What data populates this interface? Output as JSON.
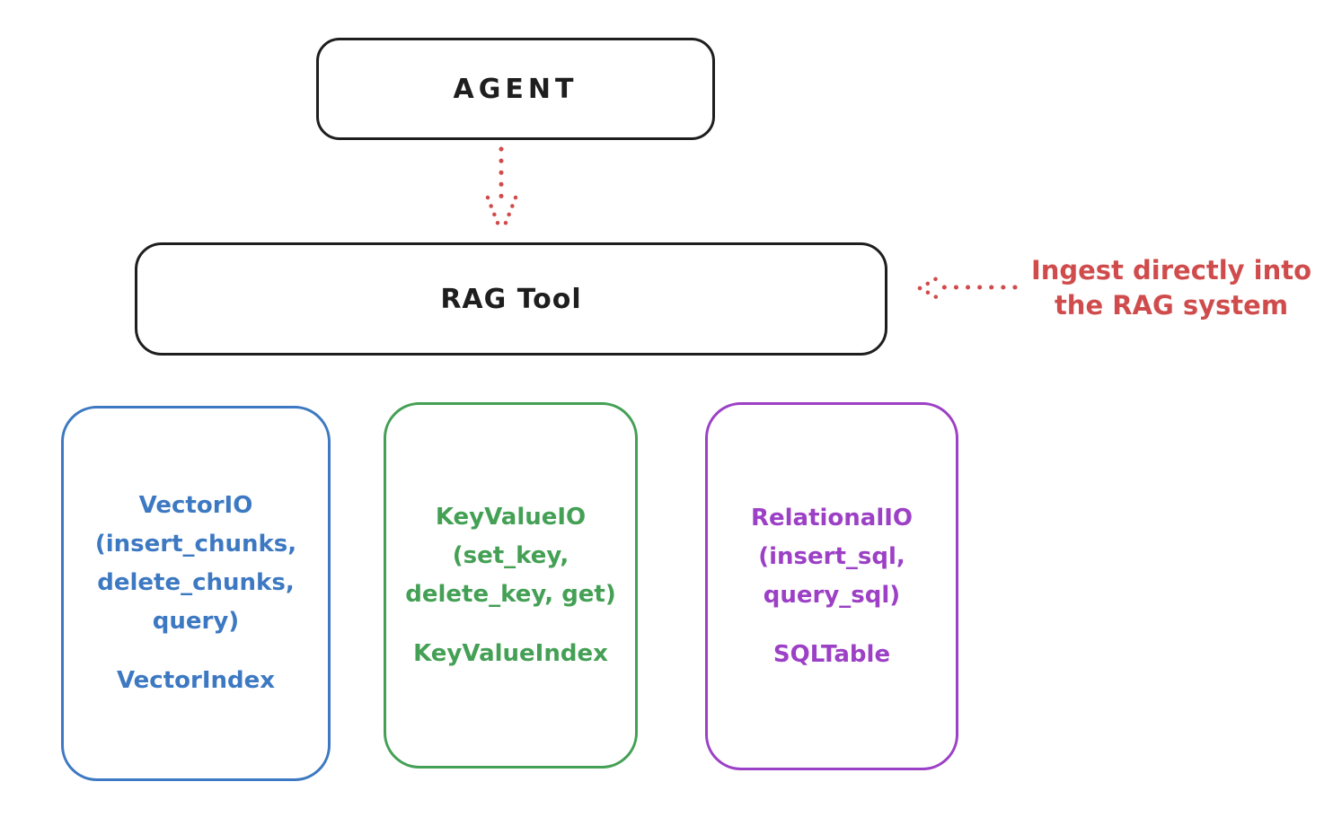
{
  "colors": {
    "background": "#ffffff",
    "ink": "#1e1e1e",
    "red": "#d04c4c",
    "blue": "#3d79c2",
    "green": "#44a055",
    "purple": "#9c40c6"
  },
  "agent": {
    "label": "AGENT"
  },
  "rag_tool": {
    "label": "RAG Tool"
  },
  "annotation": {
    "line1": "Ingest directly into",
    "line2": "the RAG system"
  },
  "arrows": [
    {
      "name": "agent-to-rag-arrow",
      "style": "dotted",
      "direction": "down",
      "color_key": "red"
    },
    {
      "name": "ingest-annotation-arrow",
      "style": "dotted",
      "direction": "left",
      "color_key": "red"
    }
  ],
  "backends": [
    {
      "id": "vector-io",
      "color_key": "blue",
      "lines": [
        "VectorIO",
        "(insert_chunks,",
        "delete_chunks,",
        "query)"
      ],
      "index": "VectorIndex"
    },
    {
      "id": "key-value-io",
      "color_key": "green",
      "lines": [
        "KeyValueIO",
        "(set_key,",
        "delete_key, get)"
      ],
      "index": "KeyValueIndex"
    },
    {
      "id": "relational-io",
      "color_key": "purple",
      "lines": [
        "RelationalIO",
        "(insert_sql,",
        "query_sql)"
      ],
      "index": "SQLTable"
    }
  ]
}
